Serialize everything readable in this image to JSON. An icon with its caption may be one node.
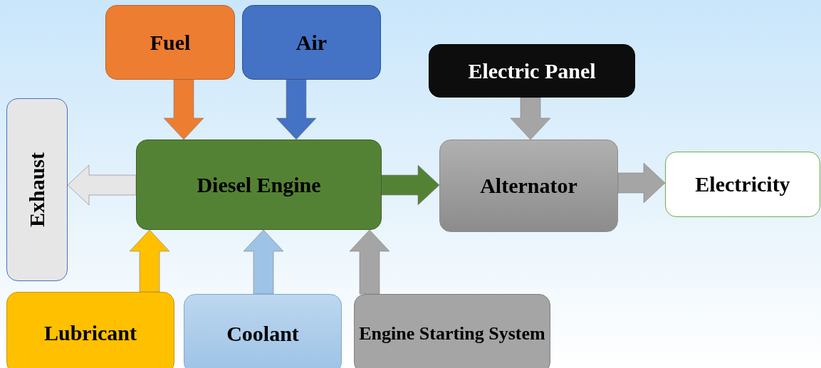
{
  "diagram": {
    "nodes": [
      {
        "text": [
          "Fuel"
        ]
      },
      {
        "text": [
          "Air"
        ]
      },
      {
        "text": [
          "Electric Panel"
        ]
      },
      {
        "text": [
          "Exhaust"
        ]
      },
      {
        "text": [
          "Diesel Engine"
        ]
      },
      {
        "text": [
          "Alternator"
        ]
      },
      {
        "text": [
          "Electricity"
        ]
      },
      {
        "text": [
          "Lubricant"
        ]
      },
      {
        "text": [
          "Coolant"
        ]
      },
      {
        "text": [
          "Engine Starting System"
        ]
      }
    ],
    "edges": [
      {
        "from": 0,
        "to": 4,
        "arrow": "to",
        "color": "#ed7d31"
      },
      {
        "from": 1,
        "to": 4,
        "arrow": "to",
        "color": "#4472c4"
      },
      {
        "from": 4,
        "to": 3,
        "arrow": "to",
        "color": "#e7e6e6"
      },
      {
        "from": 4,
        "to": 5,
        "arrow": "to",
        "color": "#548235"
      },
      {
        "from": 2,
        "to": 5,
        "arrow": "to",
        "color": "#a5a5a5"
      },
      {
        "from": 5,
        "to": 6,
        "arrow": "to",
        "color": "#a5a5a5"
      },
      {
        "from": 7,
        "to": 4,
        "arrow": "to",
        "color": "#ffc000"
      },
      {
        "from": 8,
        "to": 4,
        "arrow": "to",
        "color": "#9dc3e6"
      },
      {
        "from": 9,
        "to": 4,
        "arrow": "to",
        "color": "#a5a5a5"
      }
    ]
  }
}
